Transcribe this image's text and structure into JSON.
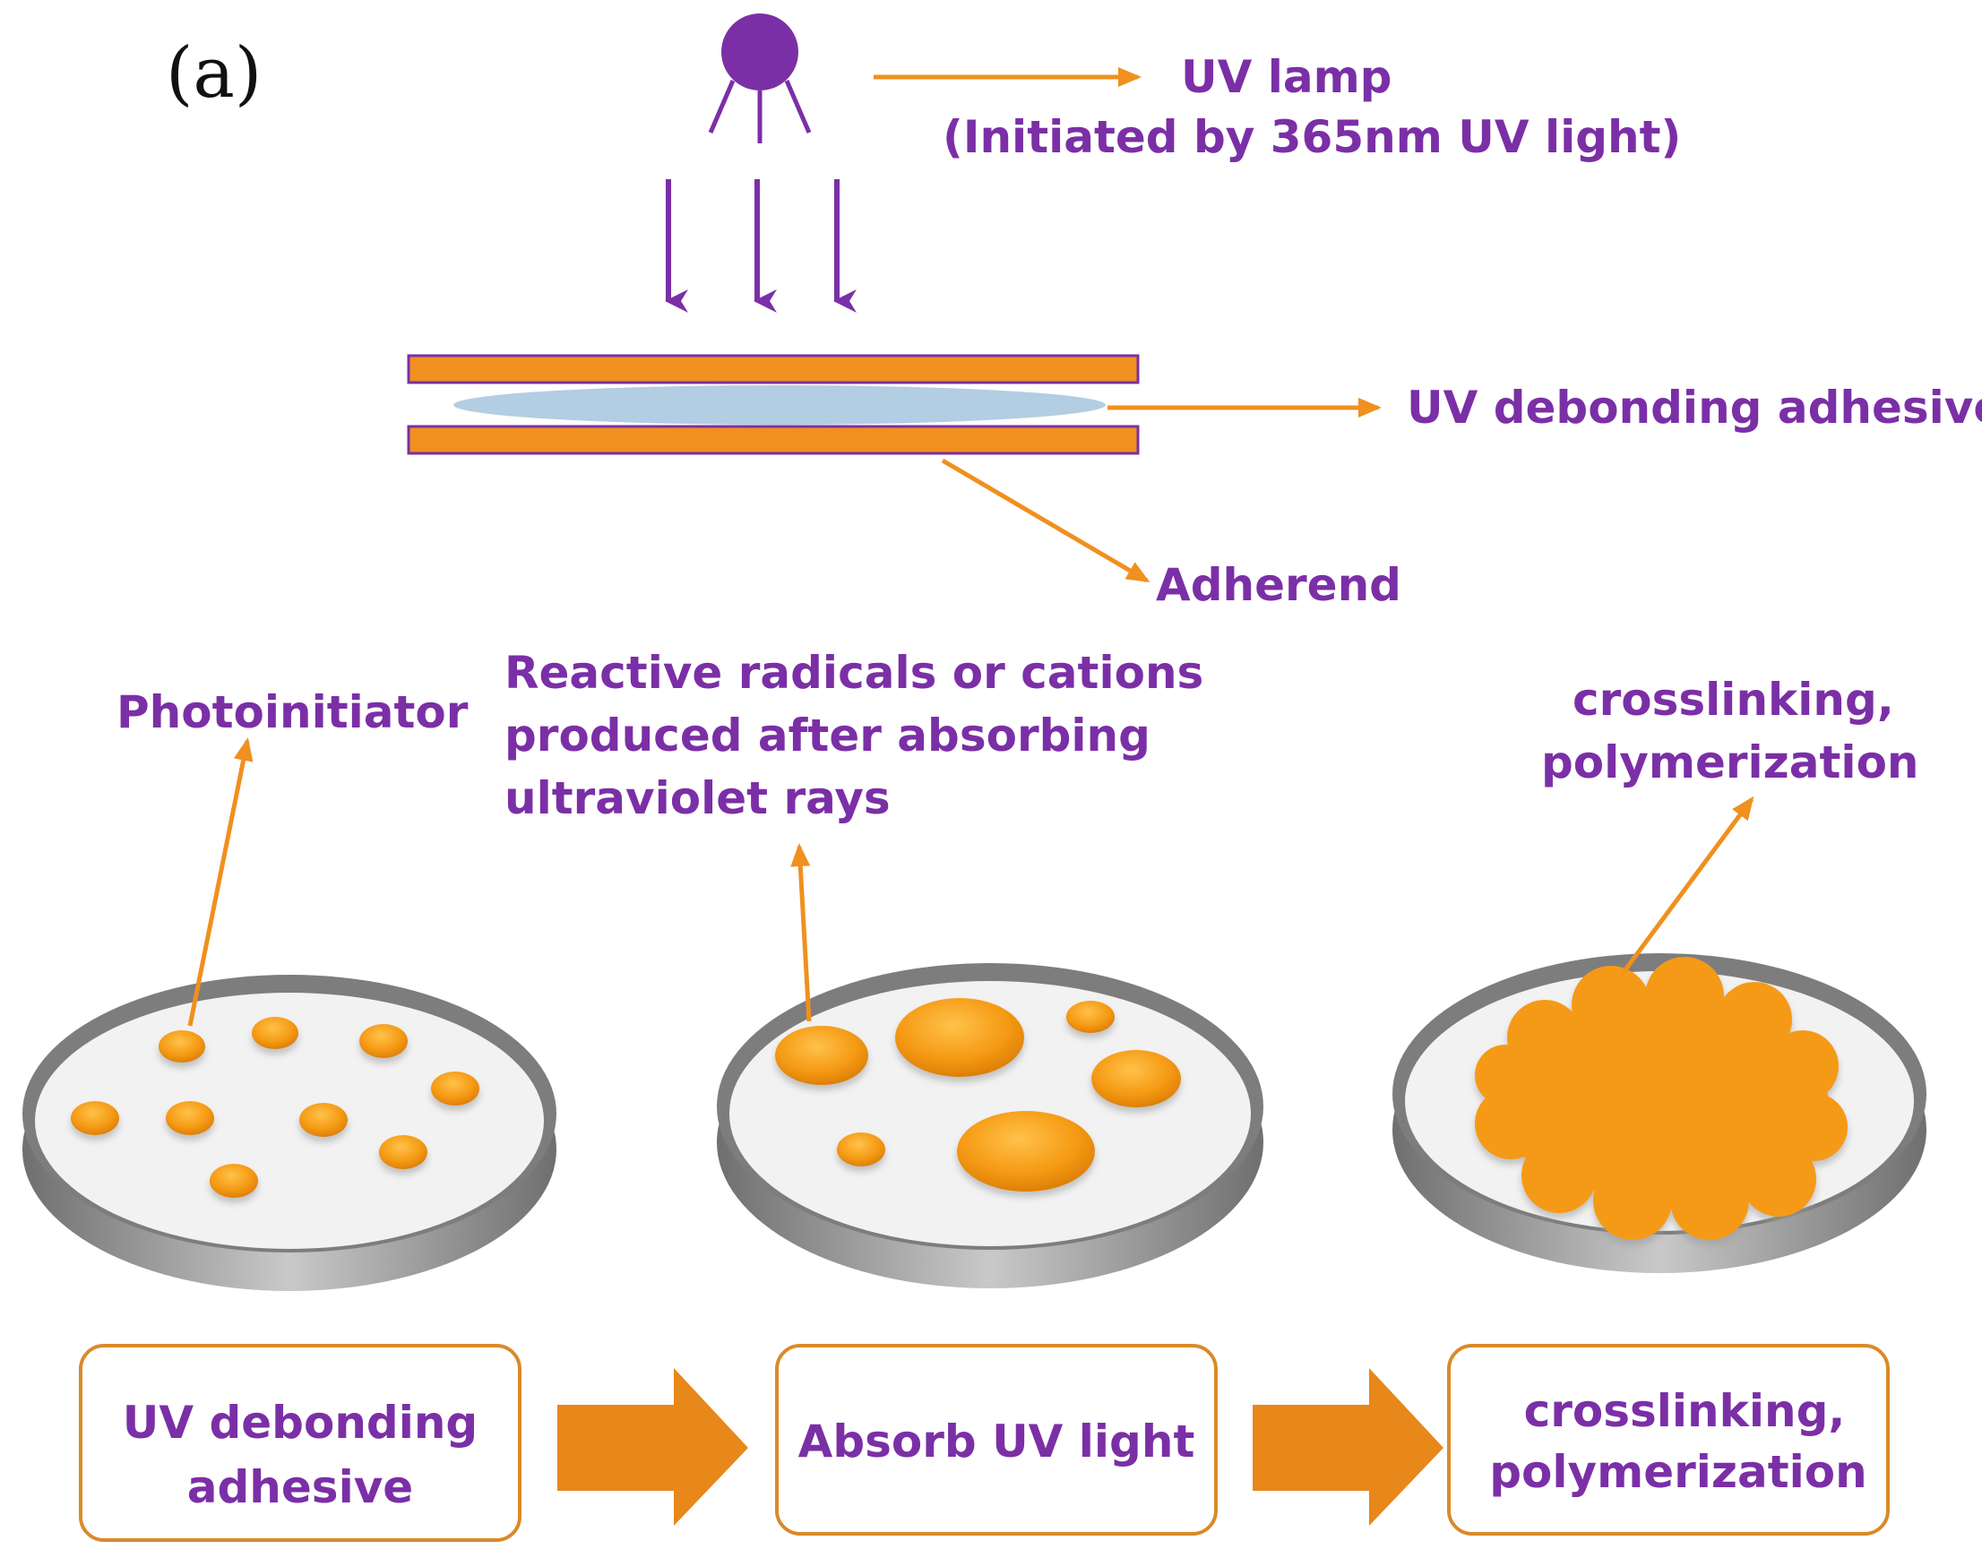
{
  "panel_label": "(a)",
  "labels": {
    "uv_lamp": "UV lamp",
    "uv_lamp_note": "(Initiated by 365nm UV light)",
    "adhesive": "UV debonding adhesive",
    "adherend": "Adherend",
    "photoinitiator": "Photoinitiator",
    "reactive": [
      "Reactive radicals or cations",
      "produced after absorbing",
      "ultraviolet rays"
    ],
    "crosslinking": [
      "crosslinking,",
      "polymerization"
    ]
  },
  "flow": {
    "step1": [
      "UV debonding",
      "adhesive"
    ],
    "step2": [
      "Absorb UV light"
    ],
    "step3": [
      "crosslinking,",
      "polymerization"
    ]
  },
  "colors": {
    "purple": "#7b2fa6",
    "orange": "#f0901e",
    "droplet": "#f59a14",
    "adhesive_fill": "#b3cde3",
    "dish_rim": "#8a8a8a",
    "dish_floor": "#f2f2f2"
  }
}
